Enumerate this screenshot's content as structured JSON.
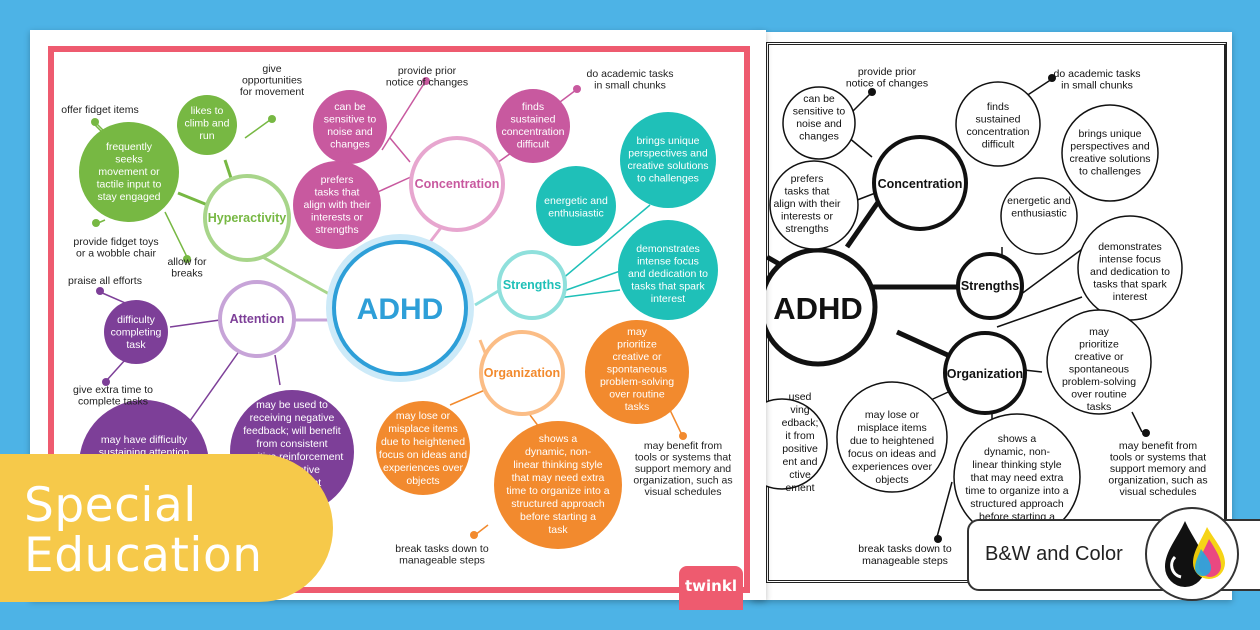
{
  "color_sheet": {
    "center": "ADHD",
    "branches": {
      "hyperactivity": "Hyperactivity",
      "concentration": "Concentration",
      "strengths": "Strengths",
      "organization": "Organization",
      "attention": "Attention"
    },
    "hyper_items": {
      "give_opportunities": [
        "give",
        "opportunities",
        "for movement"
      ],
      "climb": [
        "likes to",
        "climb and",
        "run"
      ],
      "offer_fidget": [
        "offer fidget items"
      ],
      "seeks": [
        "frequently",
        "seeks",
        "movement or",
        "tactile input to",
        "stay engaged"
      ],
      "fidget_toys": [
        "provide fidget toys",
        "or a wobble chair"
      ],
      "breaks": [
        "allow for",
        "breaks"
      ]
    },
    "conc_items": {
      "notice": [
        "provide prior",
        "notice of changes"
      ],
      "sensitive": [
        "can be",
        "sensitive to",
        "noise and",
        "changes"
      ],
      "prefers": [
        "prefers",
        "tasks that",
        "align with their",
        "interests or",
        "strengths"
      ],
      "chunks": [
        "do academic tasks",
        "in small chunks"
      ],
      "finds": [
        "finds",
        "sustained",
        "concentration",
        "difficult"
      ]
    },
    "strength_items": {
      "unique": [
        "brings unique",
        "perspectives and",
        "creative solutions",
        "to challenges"
      ],
      "energetic": [
        "energetic and",
        "enthusiastic"
      ],
      "demonstrates": [
        "demonstrates",
        "intense focus",
        "and dedication to",
        "tasks that spark",
        "interest"
      ]
    },
    "org_items": {
      "prioritize": [
        "may",
        "prioritize",
        "creative or",
        "spontaneous",
        "problem-solving",
        "over routine",
        "tasks"
      ],
      "benefit": [
        "may benefit from",
        "tools or systems that",
        "support memory and",
        "organization, such as",
        "visual schedules"
      ],
      "lose": [
        "may lose or",
        "misplace items",
        "due to heightened",
        "focus on ideas and",
        "experiences over",
        "objects"
      ],
      "shows": [
        "shows a",
        "dynamic, non-",
        "linear thinking style",
        "that may need extra",
        "time to organize into a",
        "structured approach",
        "before starting a",
        "task"
      ],
      "break_tasks": [
        "break tasks down to",
        "manageable steps"
      ]
    },
    "att_items": {
      "praise": [
        "praise all efforts"
      ],
      "difficulty": [
        "difficulty",
        "completing",
        "task"
      ],
      "extra_time": [
        "give extra time to",
        "complete tasks"
      ],
      "sustaining": [
        "may have difficulty",
        "sustaining attention"
      ],
      "negative": [
        "may be used to",
        "receiving negative",
        "feedback; will benefit",
        "from consistent",
        "positive reinforcement",
        "constructive",
        "engagement"
      ]
    },
    "logo": "twinkl"
  },
  "bw_sheet": {
    "partial_items": [
      "used",
      "ving",
      "edback;",
      "it from",
      "positive",
      "ent and",
      "ctive",
      "ement"
    ],
    "shows_partial": [
      "shows a",
      "dynamic, non-",
      "linear thinking style",
      "that may need extra",
      "time to organize into a",
      "structured approach",
      "before starting a"
    ]
  },
  "badge": {
    "line1": "Special",
    "line2": "Education"
  },
  "bw_color_label": "B&W and Color",
  "colors": {
    "background": "#4db3e6",
    "frame": "#ee5b6f",
    "adhd": "#2e9fd8",
    "hyperactivity": "#77b843",
    "concentration": "#c8599f",
    "strengths": "#1fc0b8",
    "organization": "#f28a2e",
    "attention": "#7d3f98",
    "badge": "#f6c94a"
  },
  "icons": [
    "ink-drops-icon"
  ]
}
